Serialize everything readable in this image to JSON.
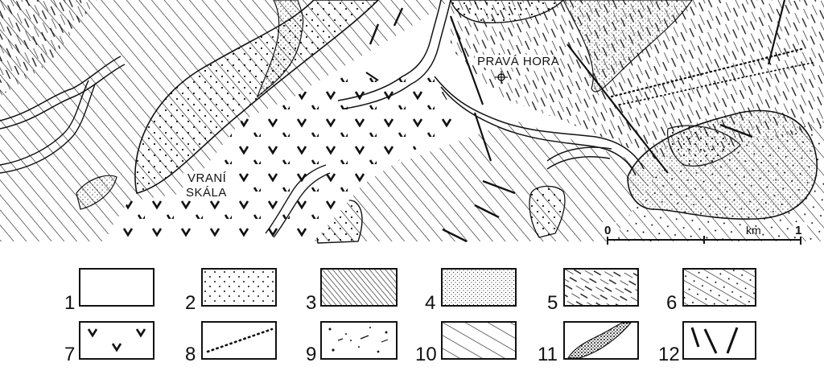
{
  "map": {
    "place_labels": {
      "prava_hora": "PRAVÁ HORA",
      "vrani_line1": "VRANÍ",
      "vrani_line2": "SKÁLA"
    },
    "scale_bar": {
      "start": "0",
      "unit": "km",
      "end": "1"
    },
    "colors": {
      "ink": "#111111",
      "paper": "#ffffff"
    },
    "icons": [
      "summit-point-icon"
    ]
  },
  "legend": {
    "items": [
      {
        "number": "1",
        "pattern": "blank"
      },
      {
        "number": "2",
        "pattern": "sparse-dots"
      },
      {
        "number": "3",
        "pattern": "dense-diagonal-hatch"
      },
      {
        "number": "4",
        "pattern": "fine-stipple"
      },
      {
        "number": "5",
        "pattern": "dashed-diagonal-lines"
      },
      {
        "number": "6",
        "pattern": "diagonal-lines-with-dots"
      },
      {
        "number": "7",
        "pattern": "v-marks"
      },
      {
        "number": "8",
        "pattern": "dotted-line"
      },
      {
        "number": "9",
        "pattern": "scattered-dots-and-dashes"
      },
      {
        "number": "10",
        "pattern": "diagonal-lines"
      },
      {
        "number": "11",
        "pattern": "dense-dotted-band"
      },
      {
        "number": "12",
        "pattern": "thick-line-segments"
      }
    ]
  }
}
